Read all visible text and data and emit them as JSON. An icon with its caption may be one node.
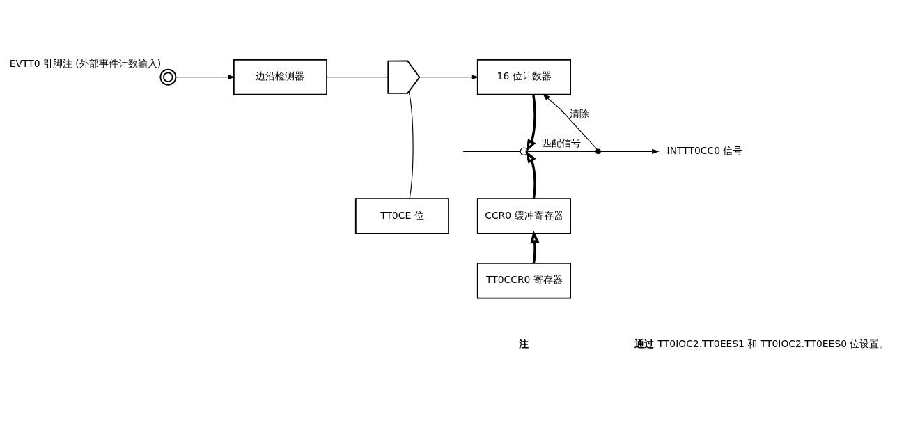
{
  "diagram": {
    "nodes": [
      {
        "text": [],
        "shape": "circle",
        "beside": [
          "EVTT0 引脚注 (外部事件计数输入)"
        ]
      },
      {
        "text": [
          "边沿检测器"
        ]
      },
      {
        "text": [],
        "shape": "gate"
      },
      {
        "text": [
          "16 位计数器"
        ]
      },
      {
        "text": [],
        "shape": "cross"
      },
      {
        "text": [],
        "shape": "dot"
      },
      {
        "text": [
          "INTTT0CC0 信号"
        ]
      },
      {
        "text": [
          "TT0CE 位"
        ]
      },
      {
        "text": [
          "CCR0 缓冲寄存器"
        ]
      },
      {
        "text": [
          "TT0CCR0 寄存器"
        ]
      }
    ],
    "edges": [
      {
        "from": 0,
        "to": 1,
        "arrow": "to"
      },
      {
        "from": 1,
        "to": 2,
        "arrow": "none"
      },
      {
        "from": 7,
        "to": 2,
        "arrow": "none"
      },
      {
        "from": 2,
        "to": 3,
        "arrow": "to"
      },
      {
        "from": 3,
        "to": 4,
        "arrow": "to",
        "style": "thick"
      },
      {
        "from": 8,
        "to": 4,
        "arrow": "to",
        "style": "thick"
      },
      {
        "from": 9,
        "to": 8,
        "arrow": "to",
        "style": "thick"
      },
      {
        "from": null,
        "to": 4,
        "arrow": "none"
      },
      {
        "from": 4,
        "to": 5,
        "arrow": "none",
        "label": "匹配信号"
      },
      {
        "from": 5,
        "to": 6,
        "arrow": "to"
      },
      {
        "from": 5,
        "to": 3,
        "arrow": "to",
        "label": "清除"
      }
    ],
    "labels": [
      "**注**",
      "**通过** TT0IOC2.TT0EES1 和 TT0IOC2.TT0EES0 位设置。"
    ]
  }
}
